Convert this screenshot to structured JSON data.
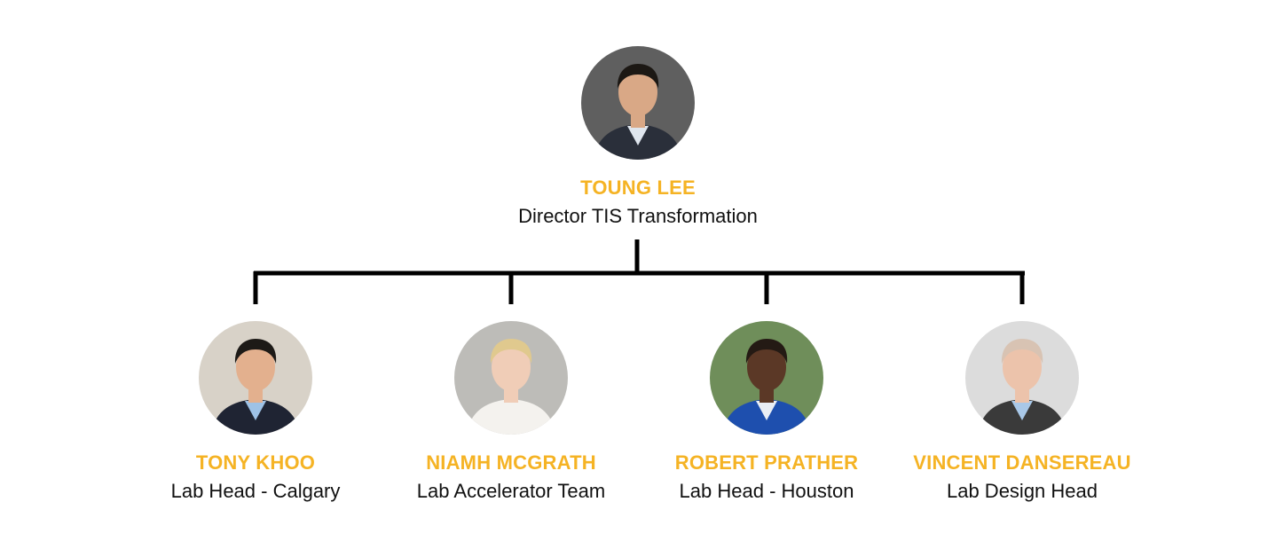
{
  "colors": {
    "name": "#F5B324",
    "role": "#111111",
    "connector": "#000000",
    "background": "#FFFFFF"
  },
  "director": {
    "name": "TOUNG LEE",
    "role": "Director TIS Transformation",
    "photo": {
      "bg": "#5f5f5f",
      "skin": "#d9a886",
      "hair": "#1c1814",
      "suit": "#2a2f3a",
      "shirt": "#dfe6ee"
    }
  },
  "reports": [
    {
      "name": "TONY KHOO",
      "role": "Lab Head - Calgary",
      "photo": {
        "bg": "#d8d2c8",
        "skin": "#e3b08e",
        "hair": "#1d1a17",
        "suit": "#1f2433",
        "shirt": "#9ec2e6"
      }
    },
    {
      "name": "NIAMH MCGRATH",
      "role": "Lab Accelerator Team",
      "photo": {
        "bg": "#bdbcb8",
        "skin": "#f0cdb7",
        "hair": "#e0c98e",
        "suit": "#f4f2ee",
        "shirt": "#f4f2ee"
      }
    },
    {
      "name": "ROBERT PRATHER",
      "role": "Lab Head - Houston",
      "photo": {
        "bg": "#6f8e5a",
        "skin": "#5b3826",
        "hair": "#241a14",
        "suit": "#1e4fae",
        "shirt": "#e9eef5"
      }
    },
    {
      "name": "VINCENT DANSEREAU",
      "role": "Lab Design Head",
      "photo": {
        "bg": "#dcdcdc",
        "skin": "#ecc3ab",
        "hair": "#d8c3b3",
        "suit": "#3a3a3a",
        "shirt": "#a9c8e8"
      }
    }
  ]
}
